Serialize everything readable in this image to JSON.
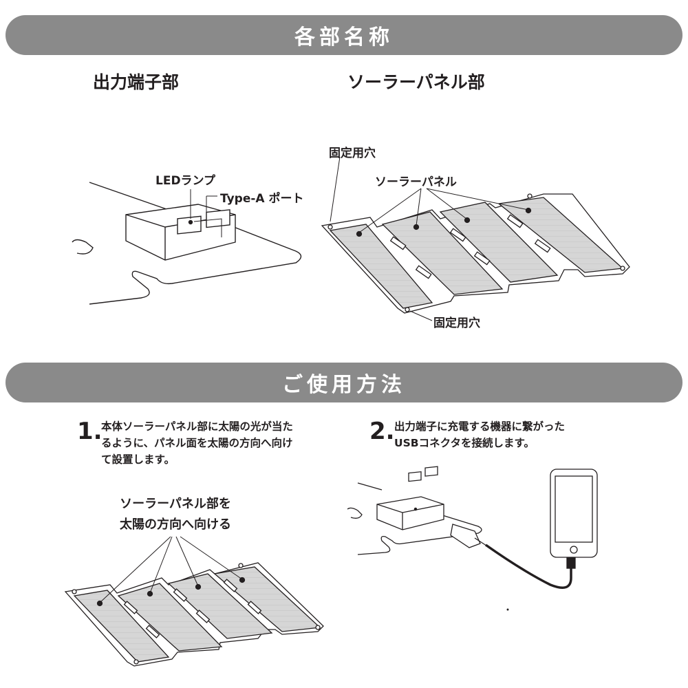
{
  "sections": {
    "parts": "各部名称",
    "usage": "ご使用方法"
  },
  "parts": {
    "output_title": "出力端子部",
    "solar_title": "ソーラーパネル部",
    "led_label": "LEDランプ",
    "port_label": "Type-A ポート",
    "hole_label_top": "固定用穴",
    "hole_label_bottom": "固定用穴",
    "panel_label": "ソーラーパネル"
  },
  "steps": [
    {
      "number": "1.",
      "lines": [
        "本体ソーラーパネル部に太陽の光が当た",
        "るように、パネル面を太陽の方向へ向け",
        "て設置します。"
      ]
    },
    {
      "number": "2.",
      "lines": [
        "出力端子に充電する機器に繋がった",
        "USBコネクタを接続します。"
      ]
    }
  ],
  "step1_note": [
    "ソーラーパネル部を",
    "太陽の方向へ向ける"
  ],
  "colors": {
    "banner": "#8a8a8a",
    "panel_fill": "#d8d8d8",
    "line": "#231f20"
  }
}
